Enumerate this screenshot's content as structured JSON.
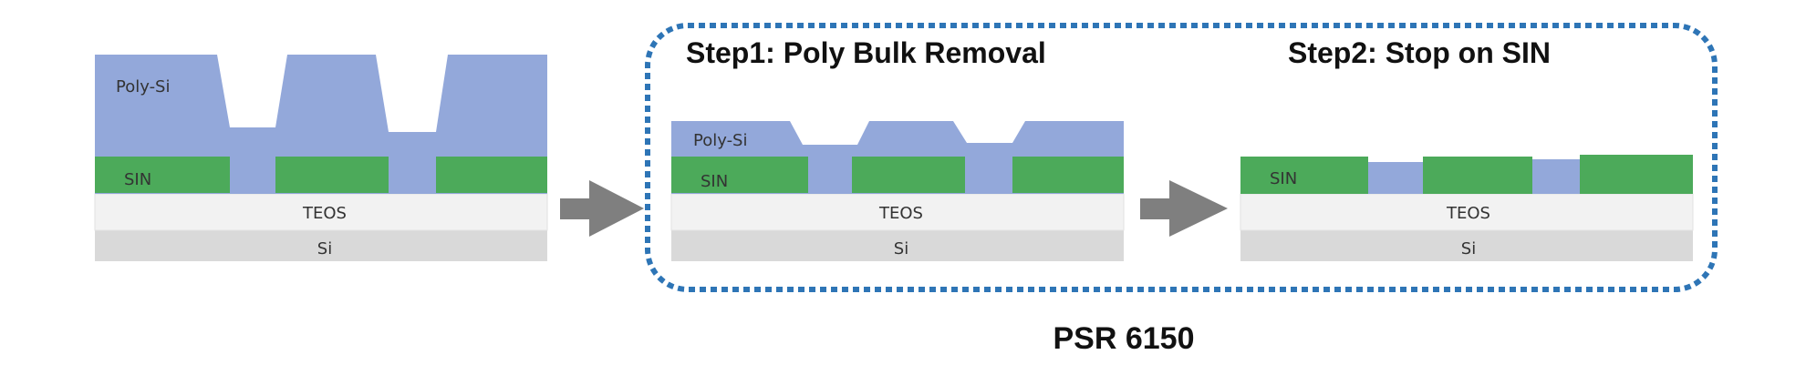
{
  "colors": {
    "poly_si": "#93a8da",
    "sin": "#4caa5a",
    "teos": "#f2f2f2",
    "si": "#d9d9d9",
    "arrow": "#7f7f7f",
    "dashed_border": "#2e75b6"
  },
  "stacks": {
    "initial": {
      "poly_label": "Poly-Si",
      "sin_label": "SIN",
      "teos_label": "TEOS",
      "si_label": "Si"
    },
    "step1": {
      "title": "Step1: Poly Bulk Removal",
      "poly_label": "Poly-Si",
      "sin_label": "SIN",
      "teos_label": "TEOS",
      "si_label": "Si"
    },
    "step2": {
      "title": "Step2: Stop on SIN",
      "sin_label": "SIN",
      "teos_label": "TEOS",
      "si_label": "Si"
    }
  },
  "arrows": [
    "arrow-right-icon",
    "arrow-right-icon"
  ],
  "caption": "PSR 6150"
}
